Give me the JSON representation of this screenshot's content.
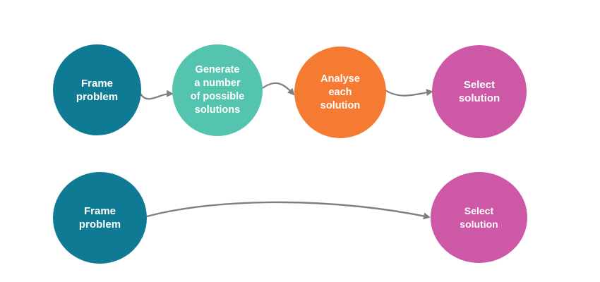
{
  "colors": {
    "teal_dark": "#0F7A93",
    "teal_light": "#55C4AE",
    "orange": "#F57B32",
    "magenta": "#CD58A5",
    "connector": "#7F7F7F"
  },
  "flow_full": {
    "frame": "Frame\nproblem",
    "generate": "Generate\na number\nof possible\nsolutions",
    "analyse": "Analyse\neach\nsolution",
    "select": "Select\nsolution"
  },
  "flow_short": {
    "frame": "Frame\nproblem",
    "select": "Select\nsolution"
  },
  "edges": [
    {
      "from": "flow_full.frame",
      "to": "flow_full.generate"
    },
    {
      "from": "flow_full.generate",
      "to": "flow_full.analyse"
    },
    {
      "from": "flow_full.analyse",
      "to": "flow_full.select"
    },
    {
      "from": "flow_short.frame",
      "to": "flow_short.select"
    }
  ]
}
